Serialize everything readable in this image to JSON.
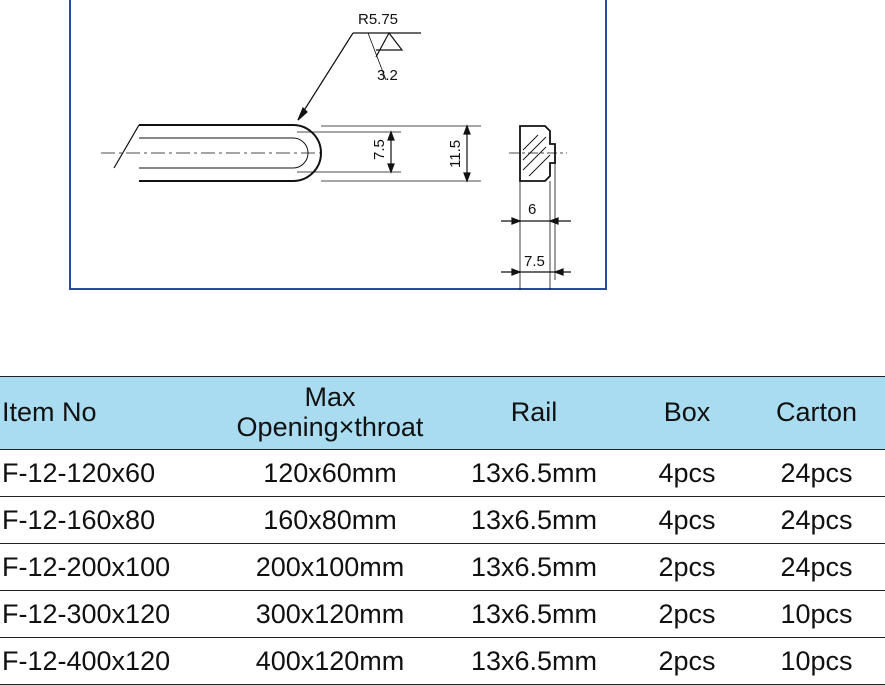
{
  "drawing": {
    "radius_label": "R5.75",
    "roughness_label": "3.2",
    "dim_inner_height": "7.5",
    "dim_outer_height": "11.5",
    "dim_width_narrow": "6",
    "dim_width_wide": "7.5"
  },
  "table": {
    "headers": {
      "item_no": "Item No",
      "max_line1": "Max",
      "max_line2": "Opening×throat",
      "rail": "Rail",
      "box": "Box",
      "carton": "Carton"
    },
    "rows": [
      {
        "item": "F-12-120x60",
        "opening": "120x60mm",
        "rail": "13x6.5mm",
        "box": "4pcs",
        "carton": "24pcs"
      },
      {
        "item": "F-12-160x80",
        "opening": "160x80mm",
        "rail": "13x6.5mm",
        "box": "4pcs",
        "carton": "24pcs"
      },
      {
        "item": "F-12-200x100",
        "opening": "200x100mm",
        "rail": "13x6.5mm",
        "box": "2pcs",
        "carton": "24pcs"
      },
      {
        "item": "F-12-300x120",
        "opening": "300x120mm",
        "rail": "13x6.5mm",
        "box": "2pcs",
        "carton": "10pcs"
      },
      {
        "item": "F-12-400x120",
        "opening": "400x120mm",
        "rail": "13x6.5mm",
        "box": "2pcs",
        "carton": "10pcs"
      }
    ]
  }
}
